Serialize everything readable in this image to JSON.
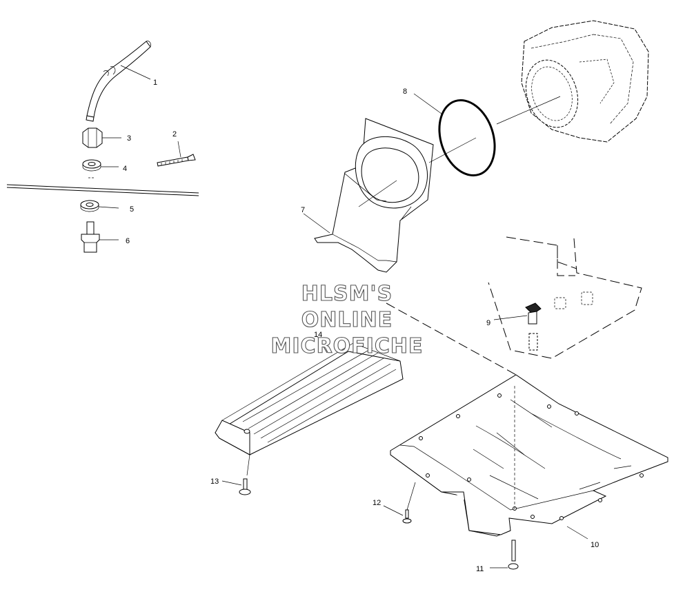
{
  "watermark": {
    "line1": "HLSM'S",
    "line2": "ONLINE",
    "line3": "MICROFICHE"
  },
  "callouts": [
    "1",
    "2",
    "3",
    "4",
    "5",
    "6",
    "7",
    "8",
    "9",
    "10",
    "11",
    "12",
    "13",
    "14"
  ]
}
